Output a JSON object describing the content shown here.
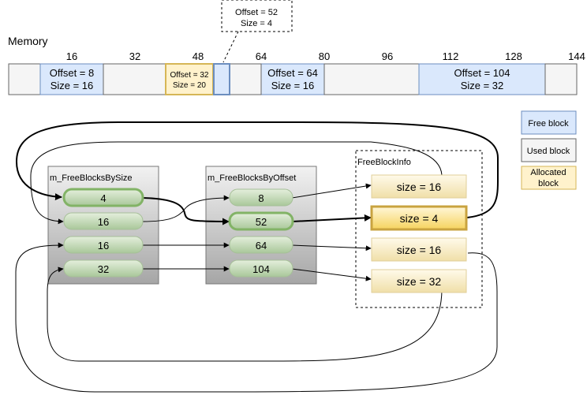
{
  "memory": {
    "title": "Memory",
    "ticks": [
      "16",
      "32",
      "48",
      "64",
      "80",
      "96",
      "112",
      "128",
      "144"
    ],
    "segments": [
      {
        "kind": "used"
      },
      {
        "kind": "free",
        "line1": "Offset = 8",
        "line2": "Size = 16"
      },
      {
        "kind": "used"
      },
      {
        "kind": "allocated",
        "line1": "Offset = 32",
        "line2": "Size = 20"
      },
      {
        "kind": "free"
      },
      {
        "kind": "used"
      },
      {
        "kind": "free",
        "line1": "Offset = 64",
        "line2": "Size = 16"
      },
      {
        "kind": "used"
      },
      {
        "kind": "free",
        "line1": "Offset = 104",
        "line2": "Size = 32"
      },
      {
        "kind": "used"
      }
    ],
    "callout": {
      "line1": "Offset = 52",
      "line2": "Size = 4"
    }
  },
  "legend": {
    "free": "Free block",
    "used": "Used block",
    "allocated_line1": "Allocated",
    "allocated_line2": "block"
  },
  "by_size": {
    "title": "m_FreeBlocksBySize",
    "items": [
      "4",
      "16",
      "16",
      "32"
    ]
  },
  "by_offset": {
    "title": "m_FreeBlocksByOffset",
    "items": [
      "8",
      "52",
      "64",
      "104"
    ]
  },
  "block_info": {
    "title": "FreeBlockInfo",
    "items": [
      "size = 16",
      "size = 4",
      "size = 16",
      "size = 32"
    ]
  },
  "colors": {
    "free_fill": "#dae8fc",
    "free_stroke": "#6c8ebf",
    "used_fill": "#f5f5f5",
    "used_stroke": "#666666",
    "alloc_fill": "#fff2cc",
    "alloc_stroke": "#d6b656",
    "highlight_green": "#82b366",
    "highlight_yellow": "#d6b656"
  }
}
